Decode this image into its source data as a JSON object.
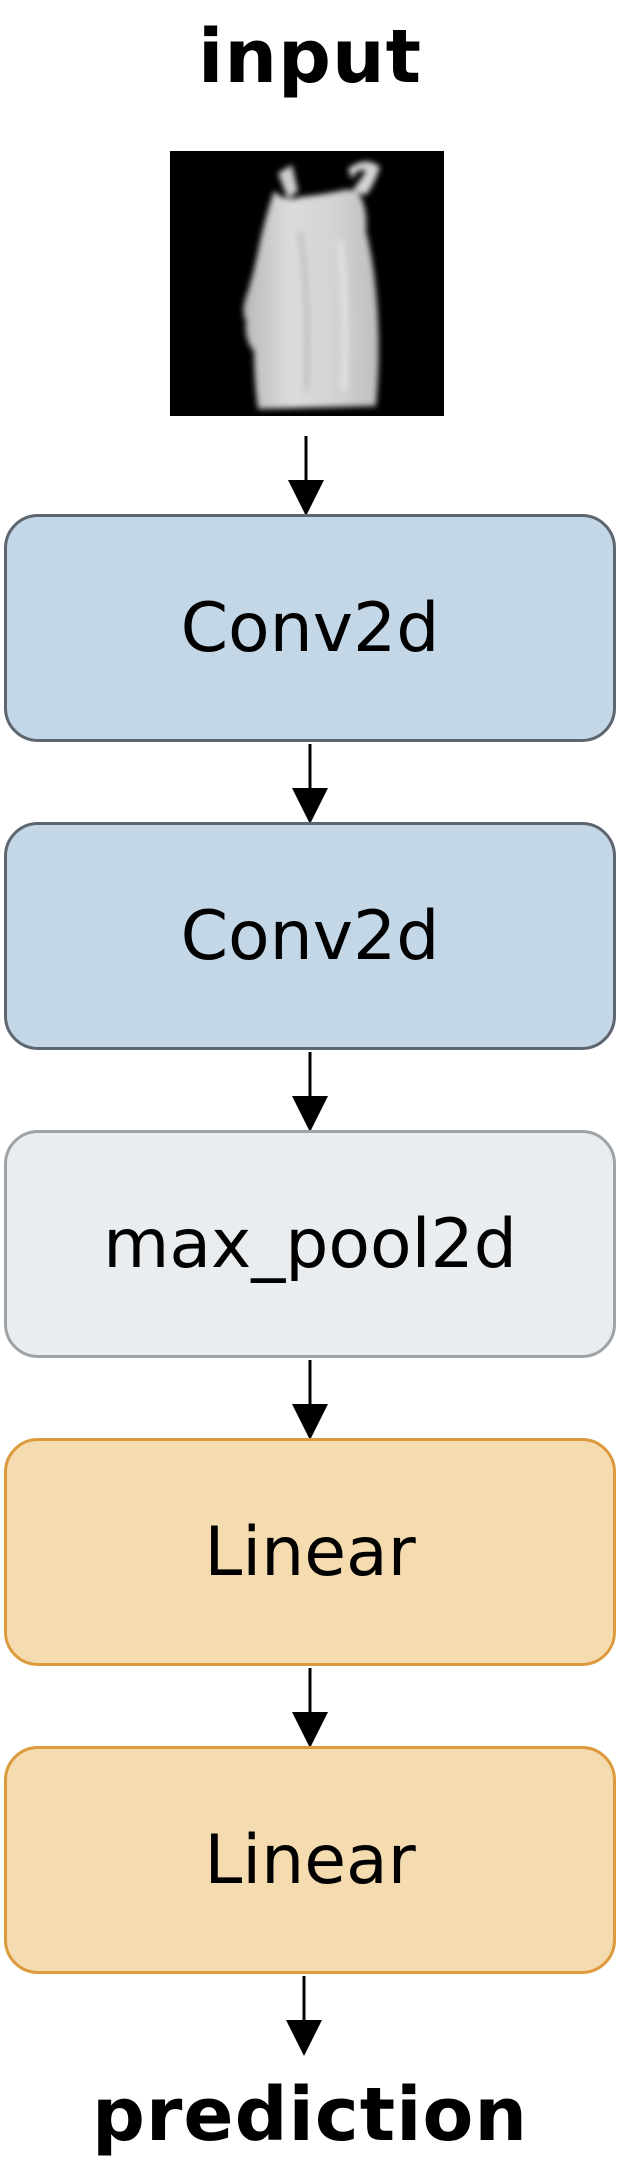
{
  "diagram": {
    "input_label": "input",
    "output_label": "prediction",
    "input_image": "grayscale-tank-top-thumbnail",
    "layers": [
      {
        "label": "Conv2d",
        "kind": "conv",
        "fill": "#c3d7e6",
        "stroke": "#5e6670"
      },
      {
        "label": "Conv2d",
        "kind": "conv",
        "fill": "#c3d7e6",
        "stroke": "#5e6670"
      },
      {
        "label": "max_pool2d",
        "kind": "pool",
        "fill": "#e9edf0",
        "stroke": "#9ea3a8"
      },
      {
        "label": "Linear",
        "kind": "linear",
        "fill": "#f5dcb0",
        "stroke": "#dd9a3c"
      },
      {
        "label": "Linear",
        "kind": "linear",
        "fill": "#f5dcb0",
        "stroke": "#dd9a3c"
      }
    ]
  }
}
